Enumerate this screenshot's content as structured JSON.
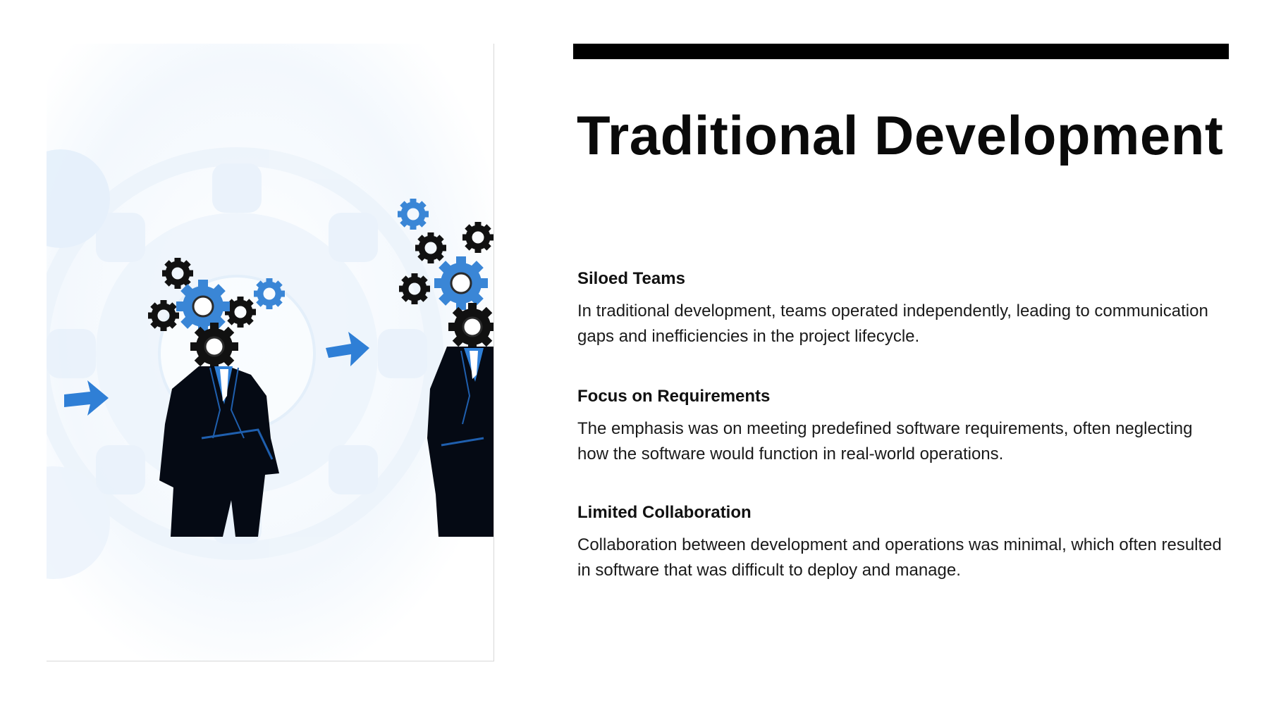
{
  "slide": {
    "title": "Traditional Development",
    "sections": [
      {
        "heading": "Siloed Teams",
        "body": "In traditional development, teams operated independently, leading to communication gaps and inefficiencies in the project lifecycle."
      },
      {
        "heading": "Focus on Requirements",
        "body": "The emphasis was on meeting predefined software requirements, often neglecting how the software would function in real-world operations."
      },
      {
        "heading": "Limited Collaboration",
        "body": "Collaboration between development and operations was minimal, which often resulted in software that was difficult to deploy and manage."
      }
    ]
  },
  "illustration": {
    "subject": "businessmen-with-gears-icon",
    "colors": {
      "accent_blue": "#3a86d6",
      "gear_dark": "#111111",
      "suit": "#050a14",
      "shirt": "#2f80d8",
      "background_gear": "#e8f2fb"
    }
  },
  "colors": {
    "accent_bar": "#000000",
    "text": "#111111"
  }
}
